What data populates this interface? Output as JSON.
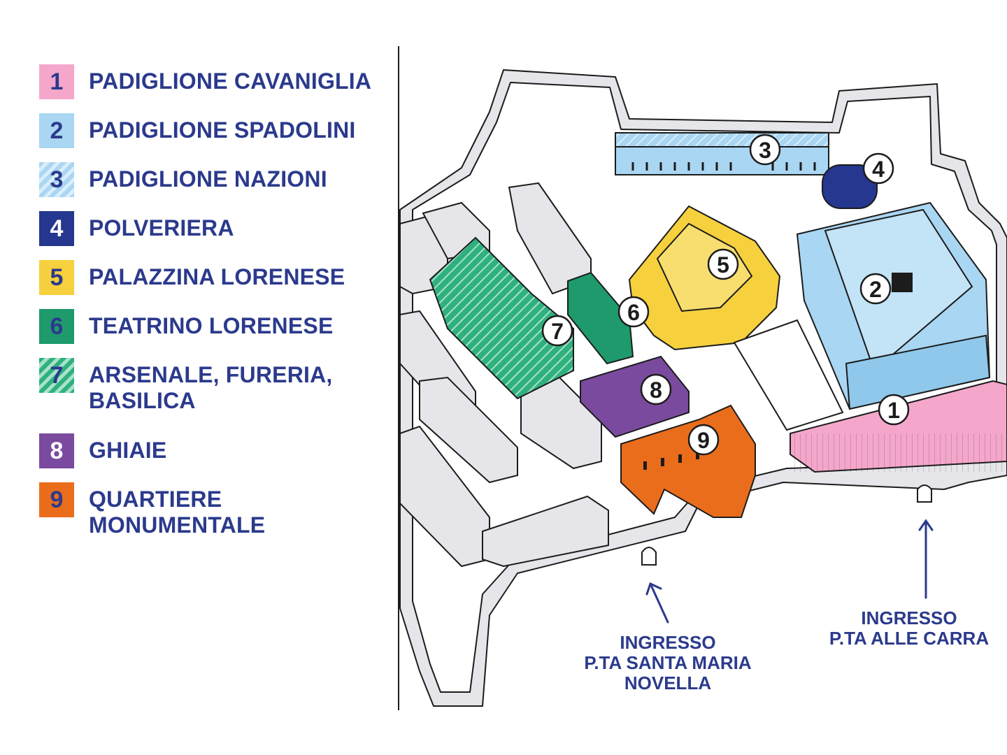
{
  "legend": {
    "items": [
      {
        "num": "1",
        "label": "PADIGLIONE CAVANIGLIA",
        "color": "#f4a7cb",
        "text_color": "#2b3a8c",
        "hatched": false
      },
      {
        "num": "2",
        "label": "PADIGLIONE SPADOLINI",
        "color": "#a9d6f2",
        "text_color": "#2b3a8c",
        "hatched": false
      },
      {
        "num": "3",
        "label": "PADIGLIONE NAZIONI",
        "color": "#a9d6f2",
        "text_color": "#2b3a8c",
        "hatched": true
      },
      {
        "num": "4",
        "label": "POLVERIERA",
        "color": "#25378f",
        "text_color": "#ffffff",
        "hatched": false
      },
      {
        "num": "5",
        "label": "PALAZZINA LORENESE",
        "color": "#f6d03d",
        "text_color": "#2b3a8c",
        "hatched": false
      },
      {
        "num": "6",
        "label": "TEATRINO LORENESE",
        "color": "#1f9a6c",
        "text_color": "#2b3a8c",
        "hatched": false
      },
      {
        "num": "7",
        "label": "ARSENALE, FURERIA,\nBASILICA",
        "color": "#2fb07f",
        "text_color": "#2b3a8c",
        "hatched": true
      },
      {
        "num": "8",
        "label": "GHIAIE",
        "color": "#7a4a9e",
        "text_color": "#ffffff",
        "hatched": false
      },
      {
        "num": "9",
        "label": "QUARTIERE\nMONUMENTALE",
        "color": "#ea6d1c",
        "text_color": "#2b3a8c",
        "hatched": false
      }
    ]
  },
  "map": {
    "markers": [
      "1",
      "2",
      "3",
      "4",
      "5",
      "6",
      "7",
      "8",
      "9"
    ],
    "entrances": [
      {
        "label": "INGRESSO\nP.TA SANTA MARIA\nNOVELLA"
      },
      {
        "label": "INGRESSO\nP.TA ALLE CARRA"
      }
    ]
  }
}
